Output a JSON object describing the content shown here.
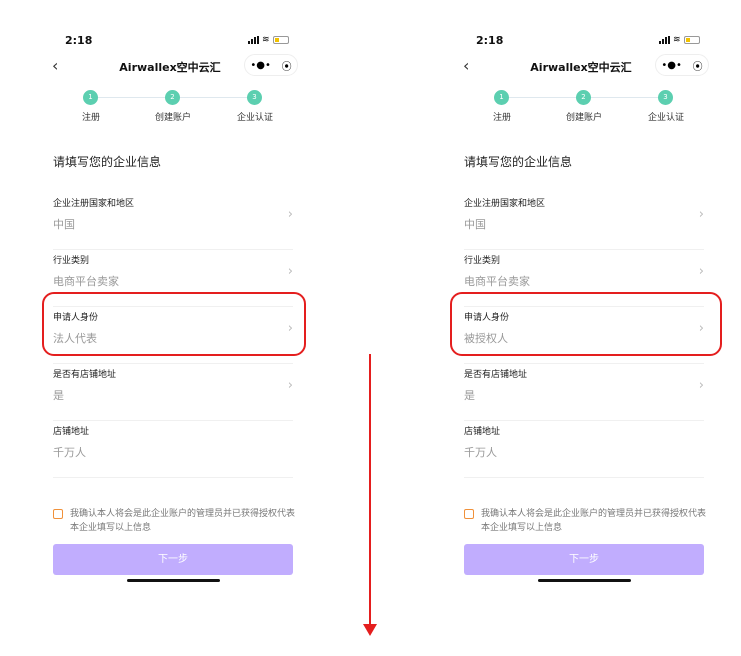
{
  "screens": [
    {
      "time": "2:18",
      "title": "Airwallex空中云汇",
      "steps": [
        {
          "num": "1",
          "label": "注册"
        },
        {
          "num": "2",
          "label": "创建账户"
        },
        {
          "num": "3",
          "label": "企业认证"
        }
      ],
      "heading": "请填写您的企业信息",
      "fields": [
        {
          "label": "企业注册国家和地区",
          "value": "中国"
        },
        {
          "label": "行业类别",
          "value": "电商平台卖家"
        },
        {
          "label": "申请人身份",
          "value": "法人代表"
        },
        {
          "label": "是否有店铺地址",
          "value": "是"
        },
        {
          "label": "店铺地址",
          "value": "千万人"
        }
      ],
      "agreement": "我确认本人将会是此企业账户的管理员并已获得授权代表本企业填写以上信息",
      "next_label": "下一步"
    },
    {
      "time": "2:18",
      "title": "Airwallex空中云汇",
      "steps": [
        {
          "num": "1",
          "label": "注册"
        },
        {
          "num": "2",
          "label": "创建账户"
        },
        {
          "num": "3",
          "label": "企业认证"
        }
      ],
      "heading": "请填写您的企业信息",
      "fields": [
        {
          "label": "企业注册国家和地区",
          "value": "中国"
        },
        {
          "label": "行业类别",
          "value": "电商平台卖家"
        },
        {
          "label": "申请人身份",
          "value": "被授权人"
        },
        {
          "label": "是否有店铺地址",
          "value": "是"
        },
        {
          "label": "店铺地址",
          "value": "千万人"
        }
      ],
      "agreement": "我确认本人将会是此企业账户的管理员并已获得授权代表本企业填写以上信息",
      "next_label": "下一步"
    }
  ],
  "colors": {
    "accent": "#5ccfb0",
    "button": "#c1adfe",
    "highlight": "#e41e1e",
    "checkbox": "#f0913a"
  }
}
